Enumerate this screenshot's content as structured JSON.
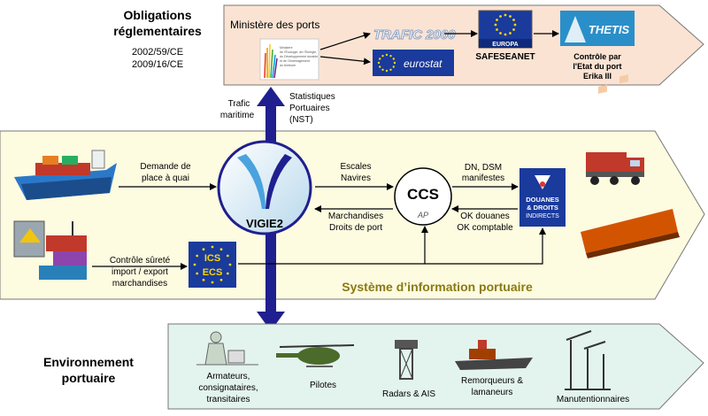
{
  "obligations": {
    "title_line1": "Obligations",
    "title_line2": "réglementaires",
    "directive1": "2002/59/CE",
    "directive2": "2009/16/CE"
  },
  "top_box": {
    "ministere": "Ministère des ports",
    "ministere_logo_lines": [
      "Ministère",
      "de l'Écologie, de l'Énergie,",
      "du Développement durable",
      "et de l'Aménagement",
      "du territoire"
    ],
    "trafic2000": "TRAFIC 2000",
    "europa": "EUROPA",
    "eurostat": "eurostat",
    "safeseanet": "SAFESEANET",
    "thetis": "THETIS",
    "controle_line1": "Contrôle par",
    "controle_line2": "l'Etat du port",
    "controle_line3": "Erika III"
  },
  "arrow_labels": {
    "trafic_line1": "Trafic",
    "trafic_line2": "maritime",
    "stats_line1": "Statistiques",
    "stats_line2": "Portuaires",
    "stats_line3": "(NST)"
  },
  "middle": {
    "demande_line1": "Demande de",
    "demande_line2": "place à quai",
    "vigie": "VIGIE2",
    "escales_line1": "Escales",
    "escales_line2": "Navires",
    "marchandises_line1": "Marchandises",
    "marchandises_line2": "Droits de port",
    "ccs": "CCS",
    "ap": "AP",
    "dn_line1": "DN, DSM",
    "dn_line2": "manifestes",
    "ok_line1": "OK douanes",
    "ok_line2": "OK comptable",
    "douanes_line1": "DOUANES",
    "douanes_line2": "& DROITS",
    "douanes_line3": "INDIRECTS",
    "controle_line1": "Contrôle sûreté",
    "controle_line2": "import / export",
    "controle_line3": "marchandises",
    "ics": "ICS",
    "ecs": "ECS",
    "systeme": "Système d’information portuaire"
  },
  "environnement": {
    "title_line1": "Environnement",
    "title_line2": "portuaire",
    "armateurs_line1": "Armateurs,",
    "armateurs_line2": "consignataires,",
    "armateurs_line3": "transitaires",
    "pilotes": "Pilotes",
    "radars": "Radars & AIS",
    "remorqueurs_line1": "Remorqueurs &",
    "remorqueurs_line2": "lamaneurs",
    "manutentionnaires": "Manutentionnaires"
  },
  "colors": {
    "top_fill": "#fbe3d3",
    "middle_fill": "#fdfbe0",
    "bottom_fill": "#e3f3ee",
    "navy": "#1f1f8f",
    "eu_blue": "#1a3a9c",
    "star_yellow": "#ffd700",
    "olive_title": "#8a7a10"
  }
}
